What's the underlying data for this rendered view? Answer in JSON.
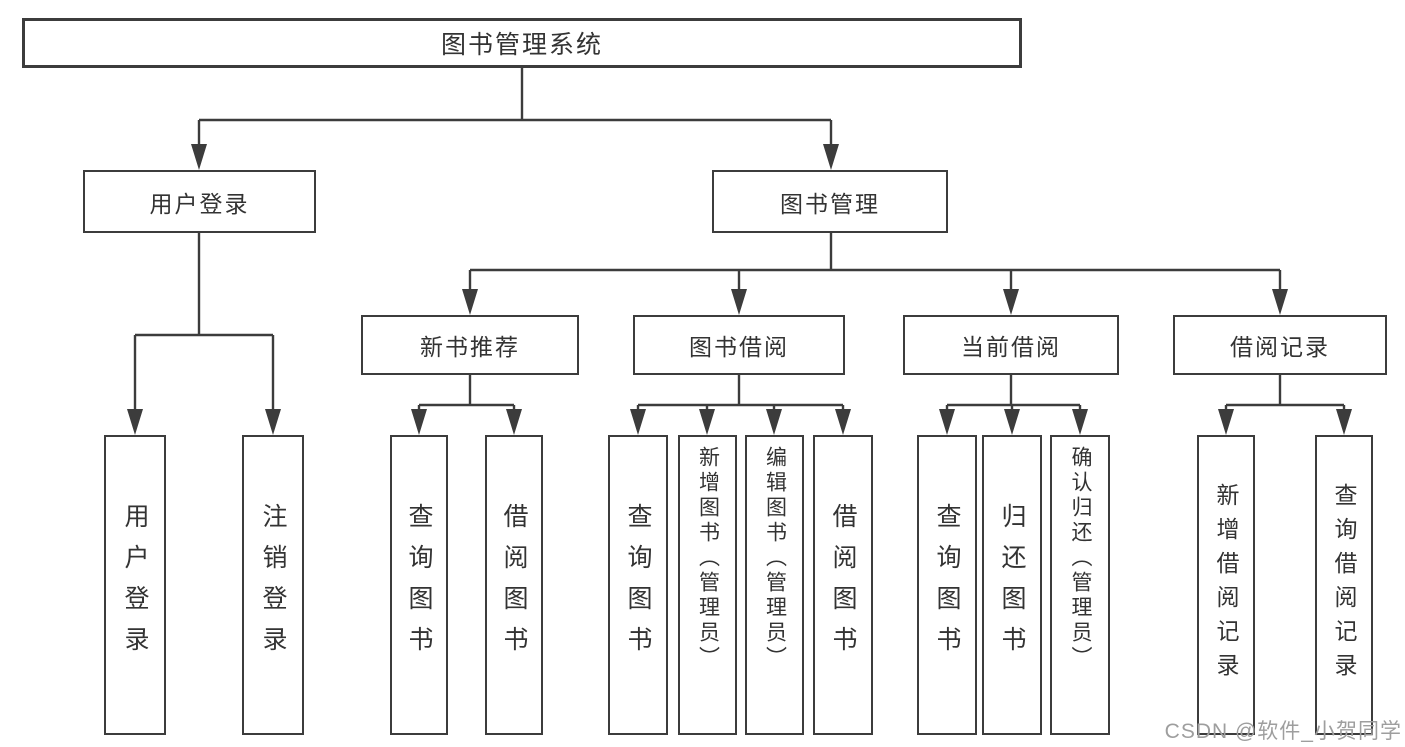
{
  "root": {
    "label": "图书管理系统"
  },
  "user_login": {
    "label": "用户登录",
    "children": [
      "用户登录",
      "注销登录"
    ]
  },
  "book_mgmt": {
    "label": "图书管理",
    "groups": [
      {
        "label": "新书推荐",
        "children": [
          "查询图书",
          "借阅图书"
        ]
      },
      {
        "label": "图书借阅",
        "children": [
          "查询图书",
          "新增图书（管理员）",
          "编辑图书（管理员）",
          "借阅图书"
        ]
      },
      {
        "label": "当前借阅",
        "children": [
          "查询图书",
          "归还图书",
          "确认归还（管理员）"
        ]
      },
      {
        "label": "借阅记录",
        "children": [
          "新增借阅记录",
          "查询借阅记录"
        ]
      }
    ]
  },
  "watermark": "CSDN @软件_小贺同学",
  "colors": {
    "line": "#3c3c3c",
    "text": "#333333",
    "watermark": "#9e9e9e",
    "background": "#ffffff"
  }
}
